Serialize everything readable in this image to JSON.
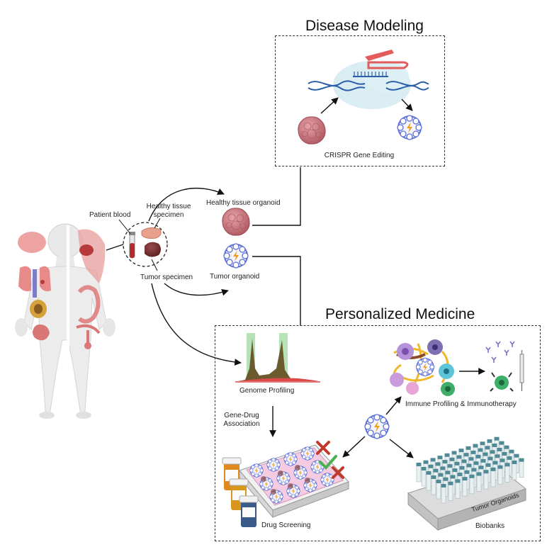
{
  "titles": {
    "disease_modeling": "Disease Modeling",
    "personalized_medicine": "Personalized Medicine"
  },
  "labels": {
    "crispr": "CRISPR Gene Editing",
    "patient_blood": "Patient blood",
    "healthy_specimen_line1": "Healthy tissue",
    "healthy_specimen_line2": "specimen",
    "tumor_specimen": "Tumor specimen",
    "healthy_organoid": "Healthy tissue organoid",
    "tumor_organoid": "Tumor organoid",
    "genome_profiling": "Genome Profiling",
    "gene_drug_line1": "Gene-Drug",
    "gene_drug_line2": "Association",
    "immune_profiling": "Immune Profiling & Immunotherapy",
    "drug_screening": "Drug Screening",
    "biobanks": "Biobanks",
    "tumor_organoids_tray": "Tumor Organoids"
  },
  "colors": {
    "organoid_healthy": "#c9747c",
    "organoid_tumor_ring": "#5b6fd6",
    "lightning": "#f39a1a",
    "genome_bar": "#9fd79f",
    "genome_peak": "#6b5a2e",
    "genome_base": "#d84a4a",
    "cross_mark": "#c0392b",
    "check_mark": "#4caf50",
    "dashed_border": "#333333"
  },
  "icons": [
    "human-body-icon",
    "blood-tube-icon",
    "tissue-specimen-icon",
    "organoid-icon",
    "tumor-organoid-icon",
    "dna-icon",
    "crispr-complex-icon",
    "genome-chart-icon",
    "immune-cells-icon",
    "antibody-icon",
    "syringe-icon",
    "well-plate-icon",
    "pill-bottle-icon",
    "cross-mark-icon",
    "check-mark-icon",
    "biobank-tray-icon"
  ]
}
